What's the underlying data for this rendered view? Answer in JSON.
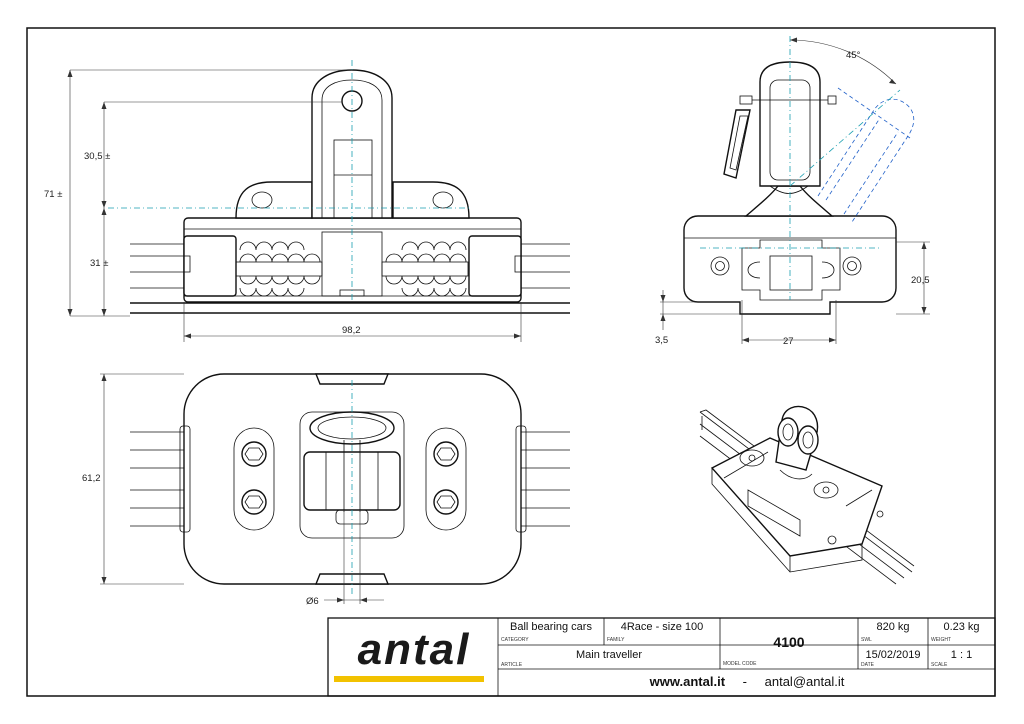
{
  "drawing": {
    "dimensions": {
      "height_total": "71 ±",
      "height_pin": "30,5 ±",
      "height_car": "31 ±",
      "length": "98,2",
      "width": "61,2",
      "pin_diameter": "Ø6",
      "angle": "45°",
      "side_height": "20,5",
      "side_offset": "3,5",
      "track_width": "27"
    }
  },
  "title_block": {
    "brand": "antal",
    "category_value": "Ball bearing cars",
    "category_label": "CATEGORY",
    "family_value": "4Race - size 100",
    "family_label": "FAMILY",
    "article_value": "Main traveller",
    "article_label": "ARTICLE",
    "model_code_value": "4100",
    "model_code_label": "MODEL CODE",
    "swl_value": "820 kg",
    "swl_label": "SWL",
    "weight_value": "0.23 kg",
    "weight_label": "WEIGHT",
    "date_value": "15/02/2019",
    "date_label": "DATE",
    "scale_value": "1 : 1",
    "scale_label": "SCALE",
    "website": "www.antal.it",
    "separator": "-",
    "email": "antal@antal.it"
  },
  "colors": {
    "border": "#111111",
    "centerline": "#1a9fb0",
    "hidden_line": "#1f5fc8",
    "brand_text": "#1a1a1a",
    "brand_underline": "#f2c200"
  }
}
